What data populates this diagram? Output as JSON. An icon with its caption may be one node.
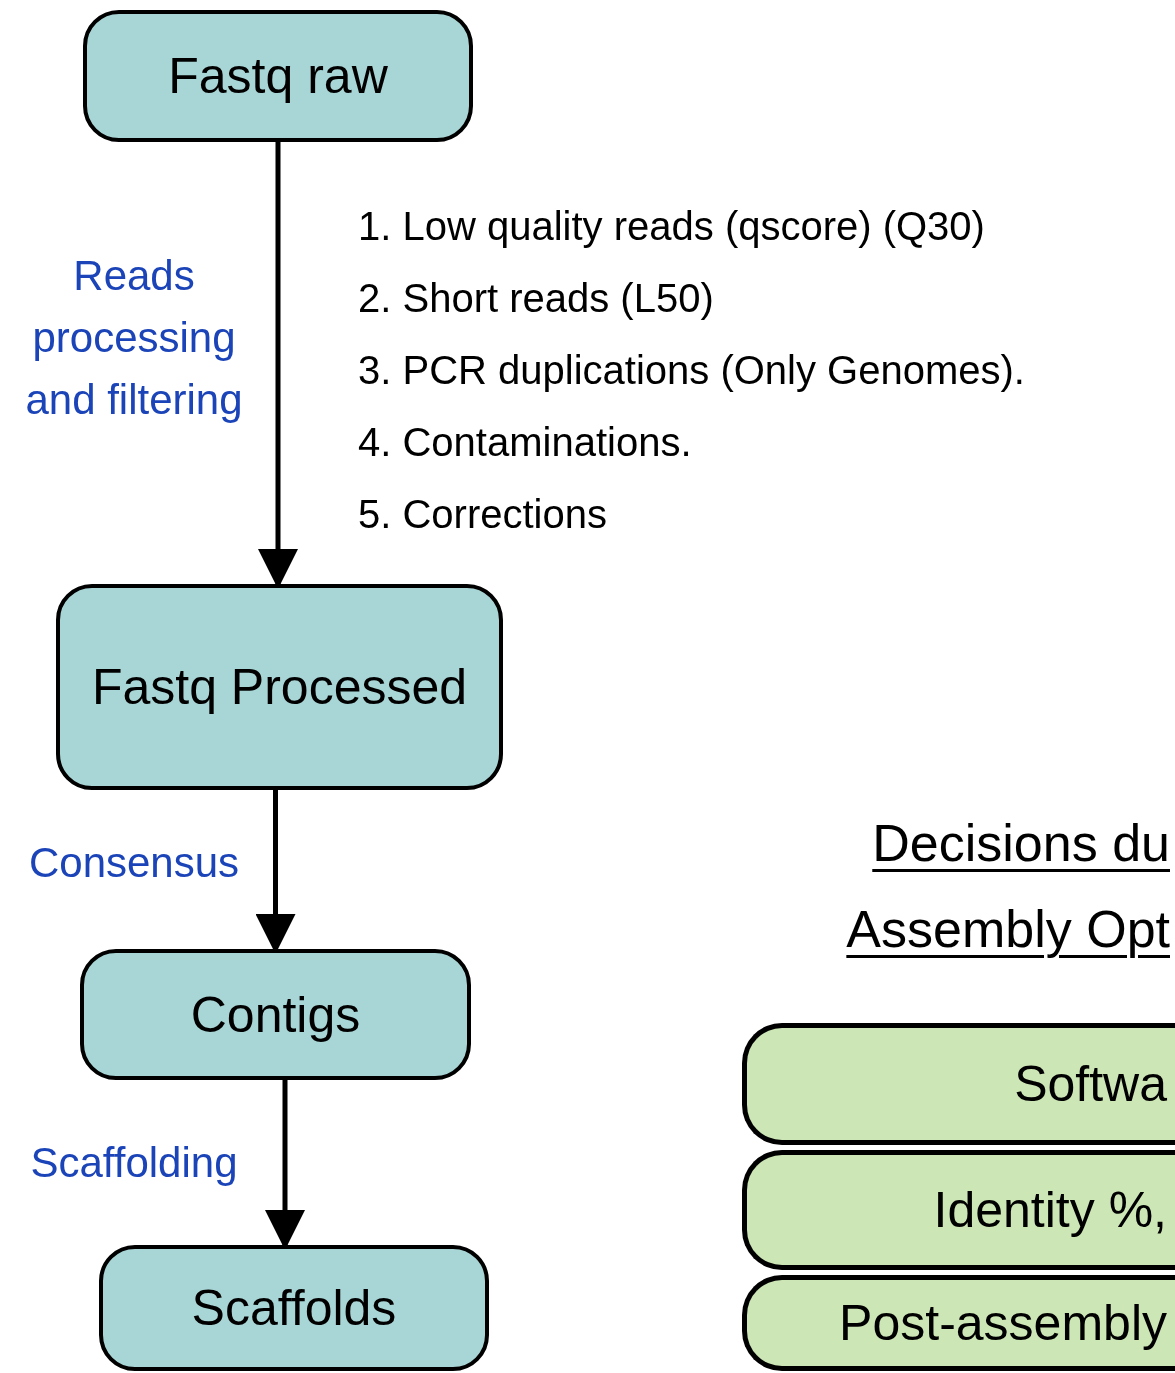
{
  "diagram": {
    "title": "Decisions du Assembly Opt",
    "nodes": [
      {
        "text": [
          "Fastq raw"
        ]
      },
      {
        "text": [
          "Fastq Processed"
        ]
      },
      {
        "text": [
          "Contigs"
        ]
      },
      {
        "text": [
          "Scaffolds"
        ]
      },
      {
        "text": [
          "Softwa"
        ]
      },
      {
        "text": [
          "Identity %,"
        ]
      },
      {
        "text": [
          "Post-assembly"
        ]
      }
    ],
    "edges": [
      {
        "from": 0,
        "to": 1,
        "arrow": "to",
        "label": "Reads processing and filtering"
      },
      {
        "from": 1,
        "to": 2,
        "arrow": "to",
        "label": "Consensus"
      },
      {
        "from": 2,
        "to": 3,
        "arrow": "to",
        "label": "Scaffolding"
      }
    ],
    "labels": [
      "1. Low quality reads (qscore) (Q30)",
      "2. Short reads (L50)",
      "3. PCR duplications (Only Genomes).",
      "4. Contaminations.",
      "5. Corrections"
    ]
  }
}
